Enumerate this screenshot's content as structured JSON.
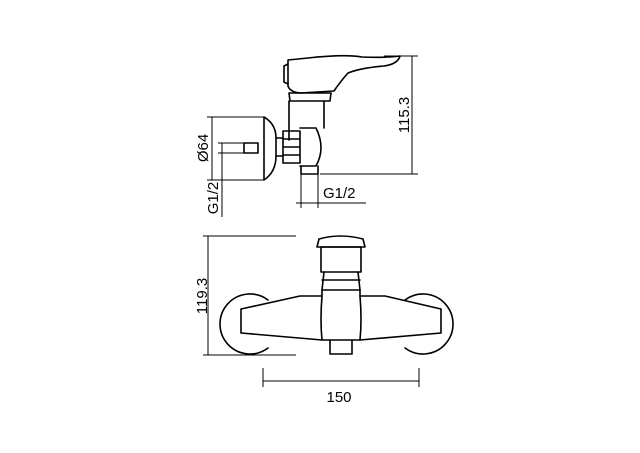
{
  "dimensions": {
    "side_height": "115.3",
    "flange_diameter": "Ø64",
    "side_thread_left": "G1/2",
    "side_thread_bottom": "G1/2",
    "front_height": "119.3",
    "front_width": "150"
  }
}
